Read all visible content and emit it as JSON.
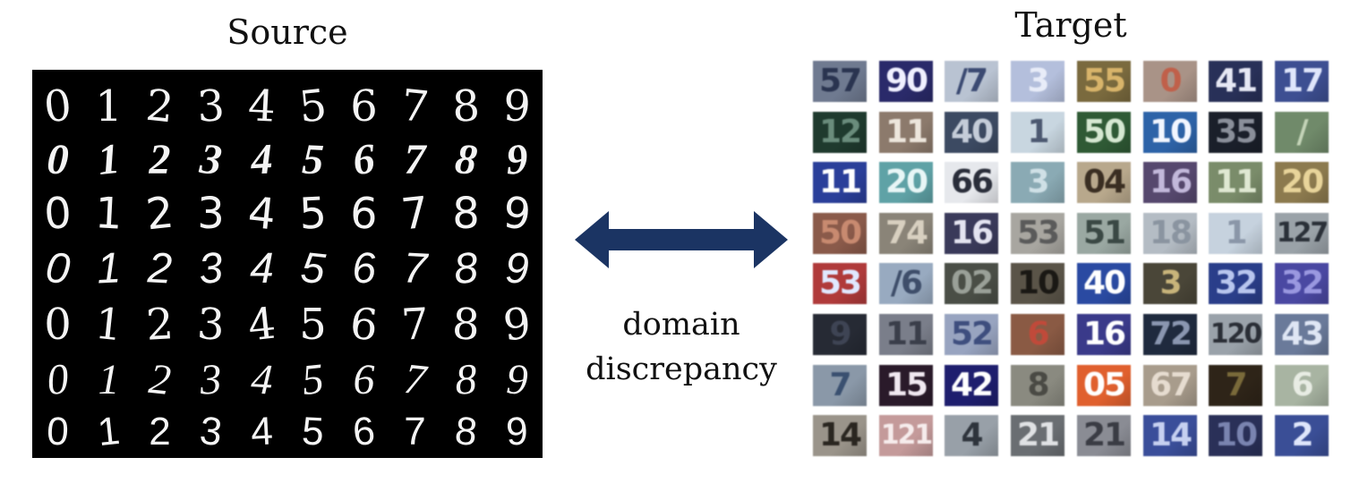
{
  "source": {
    "title": "Source",
    "rows": [
      [
        "0",
        "1",
        "2",
        "3",
        "4",
        "5",
        "6",
        "7",
        "8",
        "9"
      ],
      [
        "0",
        "1",
        "2",
        "3",
        "4",
        "5",
        "6",
        "7",
        "8",
        "9"
      ],
      [
        "0",
        "1",
        "2",
        "3",
        "4",
        "5",
        "6",
        "7",
        "8",
        "9"
      ],
      [
        "0",
        "1",
        "2",
        "3",
        "4",
        "5",
        "6",
        "7",
        "8",
        "9"
      ],
      [
        "0",
        "1",
        "2",
        "3",
        "4",
        "5",
        "6",
        "7",
        "8",
        "9"
      ],
      [
        "0",
        "1",
        "2",
        "3",
        "4",
        "5",
        "6",
        "7",
        "8",
        "9"
      ],
      [
        "0",
        "1",
        "2",
        "3",
        "4",
        "5",
        "6",
        "7",
        "8",
        "9"
      ]
    ]
  },
  "target": {
    "title": "Target",
    "tiles": [
      [
        {
          "text": "57",
          "bg": "#6f7a90",
          "fg": "#2a3450"
        },
        {
          "text": "90",
          "bg": "#2a2a6a",
          "fg": "#f0f0ff"
        },
        {
          "text": "/7",
          "bg": "#b9c3d2",
          "fg": "#3b4a72"
        },
        {
          "text": "3",
          "bg": "#b4bfdc",
          "fg": "#e8ecf8"
        },
        {
          "text": "55",
          "bg": "#7a6a3e",
          "fg": "#d8b46a"
        },
        {
          "text": "0",
          "bg": "#a99387",
          "fg": "#c0604a"
        },
        {
          "text": "41",
          "bg": "#283058",
          "fg": "#e6e8f4"
        },
        {
          "text": "17",
          "bg": "#3d4f92",
          "fg": "#dfe6fb"
        }
      ],
      [
        {
          "text": "12",
          "bg": "#1f3a2e",
          "fg": "#6a8c7c"
        },
        {
          "text": "11",
          "bg": "#8c7a6c",
          "fg": "#ede6dc"
        },
        {
          "text": "40",
          "bg": "#3c4a62",
          "fg": "#c4ccd8"
        },
        {
          "text": "1",
          "bg": "#c8d6e0",
          "fg": "#4b5870"
        },
        {
          "text": "50",
          "bg": "#2f5a35",
          "fg": "#d6e8d2"
        },
        {
          "text": "10",
          "bg": "#2d63a8",
          "fg": "#f2f6ff"
        },
        {
          "text": "35",
          "bg": "#1a1f2a",
          "fg": "#8a8f9a"
        },
        {
          "text": "/",
          "bg": "#708a6a",
          "fg": "#c4d4b8"
        }
      ],
      [
        {
          "text": "11",
          "bg": "#2a3f9a",
          "fg": "#ffffff"
        },
        {
          "text": "20",
          "bg": "#5fa2a6",
          "fg": "#e8f6f6"
        },
        {
          "text": "66",
          "bg": "#e6e8ec",
          "fg": "#2a2e3a"
        },
        {
          "text": "3",
          "bg": "#8aaab4",
          "fg": "#cfe0e6"
        },
        {
          "text": "04",
          "bg": "#b8a88c",
          "fg": "#3a2e22"
        },
        {
          "text": "16",
          "bg": "#56486e",
          "fg": "#c2b8da"
        },
        {
          "text": "11",
          "bg": "#7a8c6a",
          "fg": "#dfe8d2"
        },
        {
          "text": "20",
          "bg": "#8c7a4e",
          "fg": "#e8d49a"
        }
      ],
      [
        {
          "text": "50",
          "bg": "#8a5a4a",
          "fg": "#c88a70"
        },
        {
          "text": "74",
          "bg": "#8a8478",
          "fg": "#d8d0c0"
        },
        {
          "text": "16",
          "bg": "#3a3a5a",
          "fg": "#e4e4f0"
        },
        {
          "text": "53",
          "bg": "#a8a6a0",
          "fg": "#5a5a5a"
        },
        {
          "text": "51",
          "bg": "#9aa8a2",
          "fg": "#3a4844"
        },
        {
          "text": "18",
          "bg": "#b4bcc4",
          "fg": "#8a94a0"
        },
        {
          "text": "1",
          "bg": "#c6d2de",
          "fg": "#8a96a8"
        },
        {
          "text": "127",
          "bg": "#9aa2a8",
          "fg": "#2a3038"
        }
      ],
      [
        {
          "text": "53",
          "bg": "#b03a3a",
          "fg": "#e0e8ff"
        },
        {
          "text": "/6",
          "bg": "#98aac0",
          "fg": "#3e4e6a"
        },
        {
          "text": "02",
          "bg": "#4a4e46",
          "fg": "#9aa098"
        },
        {
          "text": "10",
          "bg": "#5a5448",
          "fg": "#1a1814"
        },
        {
          "text": "40",
          "bg": "#2a4aa2",
          "fg": "#ffffff"
        },
        {
          "text": "3",
          "bg": "#4a4638",
          "fg": "#c8b47a"
        },
        {
          "text": "32",
          "bg": "#2a3e8a",
          "fg": "#b8c6ee"
        },
        {
          "text": "32",
          "bg": "#4a48a2",
          "fg": "#9a98e0"
        }
      ],
      [
        {
          "text": "9",
          "bg": "#262a34",
          "fg": "#3e4454"
        },
        {
          "text": "11",
          "bg": "#7a7e8a",
          "fg": "#3a3e4a"
        },
        {
          "text": "52",
          "bg": "#98a4c0",
          "fg": "#3e4e7e"
        },
        {
          "text": "6",
          "bg": "#8a5a44",
          "fg": "#c04a3a"
        },
        {
          "text": "16",
          "bg": "#3a3a8a",
          "fg": "#ffffff"
        },
        {
          "text": "72",
          "bg": "#1f2a3e",
          "fg": "#8a96b0"
        },
        {
          "text": "120",
          "bg": "#9aa2aa",
          "fg": "#2a2e36"
        },
        {
          "text": "43",
          "bg": "#6a7a9a",
          "fg": "#dfe6f4"
        }
      ],
      [
        {
          "text": "7",
          "bg": "#8a98a8",
          "fg": "#3a5070"
        },
        {
          "text": "15",
          "bg": "#2a1a2a",
          "fg": "#f0e8f0"
        },
        {
          "text": "42",
          "bg": "#1e1e6e",
          "fg": "#ffffff"
        },
        {
          "text": "8",
          "bg": "#8a8a80",
          "fg": "#4a4a44"
        },
        {
          "text": "05",
          "bg": "#e0602e",
          "fg": "#ffffff"
        },
        {
          "text": "67",
          "bg": "#a89c8c",
          "fg": "#e6dcd0"
        },
        {
          "text": "7",
          "bg": "#2e2418",
          "fg": "#7a6a3a"
        },
        {
          "text": "6",
          "bg": "#a8b4a2",
          "fg": "#e8ece4"
        }
      ],
      [
        {
          "text": "14",
          "bg": "#9a948a",
          "fg": "#2a2620"
        },
        {
          "text": "121",
          "bg": "#c49a9a",
          "fg": "#f6ecec"
        },
        {
          "text": "4",
          "bg": "#98a0a8",
          "fg": "#2e343c"
        },
        {
          "text": "21",
          "bg": "#6a6e72",
          "fg": "#e0e2e4"
        },
        {
          "text": "21",
          "bg": "#8a8c94",
          "fg": "#3a3c44"
        },
        {
          "text": "14",
          "bg": "#3a4e9a",
          "fg": "#c6d0f0"
        },
        {
          "text": "10",
          "bg": "#2a3058",
          "fg": "#7a84b0"
        },
        {
          "text": "2",
          "bg": "#3a4e96",
          "fg": "#dfe6fb"
        }
      ]
    ]
  },
  "arrow": {
    "color": "#1b3463"
  },
  "caption": {
    "line1": "domain",
    "line2": "discrepancy"
  }
}
